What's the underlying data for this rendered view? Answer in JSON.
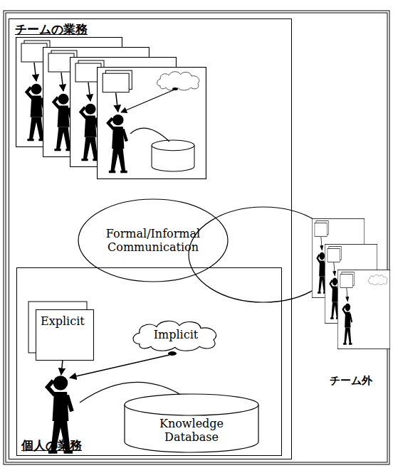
{
  "diagram": {
    "nodes": [
      {
        "text": [
          "チームの業務"
        ]
      },
      {
        "text": [
          "Formal/Informal Communication"
        ],
        "in": 0
      },
      {
        "text": [
          "個人の業務"
        ],
        "in": 0
      },
      {
        "text": [
          "Explicit"
        ],
        "in": 2
      },
      {
        "text": [
          "Implicit"
        ],
        "in": 2
      },
      {
        "text": [
          "Knowledge Database"
        ],
        "in": 2
      },
      {
        "text": [
          "チーム外"
        ]
      }
    ]
  }
}
